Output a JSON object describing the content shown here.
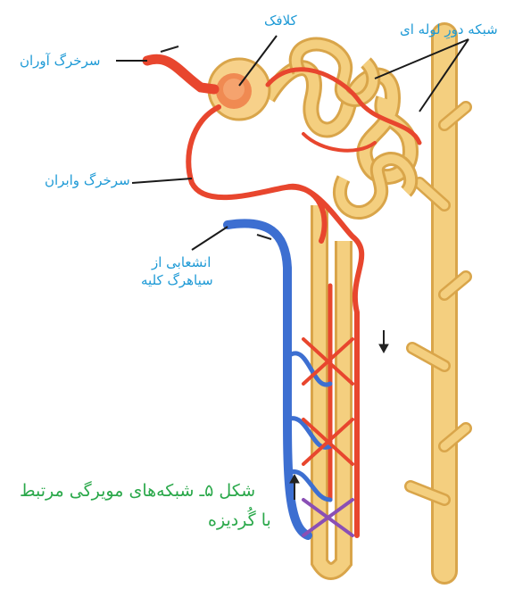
{
  "labels": {
    "glomerulus": "کلافک",
    "peritubular": "شبکه دورِ لوله ای",
    "afferent": "سرخرگ آوران",
    "efferent": "سرخرگ وابران",
    "renal_vein_line1": "انشعابی از",
    "renal_vein_line2": "سیاهرگ کلیه"
  },
  "caption": {
    "line1": "شکل ۵ـ شبکه‌های مویرگی مرتبط",
    "line2": "با گُردیزه"
  },
  "colors": {
    "label_blue": "#1e9ad6",
    "caption_green": "#2aa84a",
    "artery_red": "#e8462e",
    "vein_blue": "#3d6fd1",
    "tubule_yellow": "#f4cf7f",
    "tubule_outline": "#d9a54a",
    "leader_line": "#1a1a1a"
  }
}
